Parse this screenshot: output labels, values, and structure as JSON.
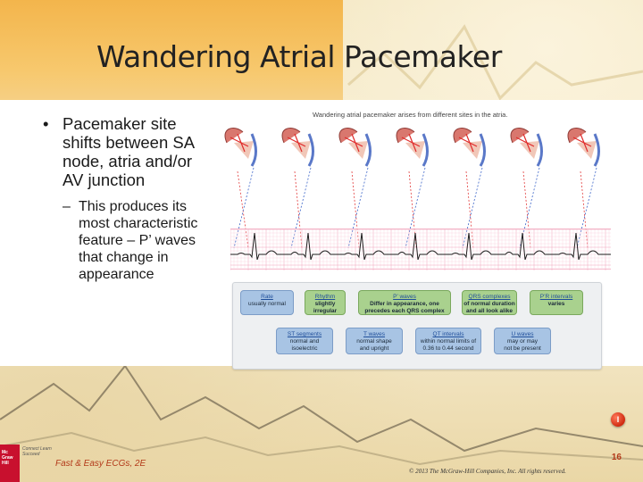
{
  "slide": {
    "title": "Wandering Atrial Pacemaker",
    "bullet_main": "Pacemaker site shifts between SA node, atria and/or AV junction",
    "bullet_sub": "This produces its most characteristic feature –  P’ waves that change in appearance",
    "bullet_marker": "•",
    "sub_marker": "–"
  },
  "figure": {
    "caption": "Wandering atrial pacemaker arises from different sites in the atria.",
    "heart_icon": "heart-icon",
    "characteristics": [
      {
        "heading": "Rate",
        "line1": "usually normal",
        "line2": ""
      },
      {
        "heading": "Rhythm",
        "line1": "slightly",
        "line2": "irregular"
      },
      {
        "heading": "P’ waves",
        "line1": "Differ in appearance, one",
        "line2": "precedes each QRS complex"
      },
      {
        "heading": "QRS complexes",
        "line1": "of normal duration",
        "line2": "and all look alike"
      },
      {
        "heading": "P’R intervals",
        "line1": "varies",
        "line2": ""
      },
      {
        "heading": "ST segments",
        "line1": "normal and",
        "line2": "isoelectric"
      },
      {
        "heading": "T waves",
        "line1": "normal shape",
        "line2": "and upright"
      },
      {
        "heading": "QT intervals",
        "line1": "within normal limits of",
        "line2": "0.36 to 0.44 second"
      },
      {
        "heading": "U waves",
        "line1": "may or may",
        "line2": "not be present"
      }
    ]
  },
  "footer": {
    "course": "Fast & Easy ECGs, 2E",
    "slide_number": "16",
    "copyright": "© 2013 The McGraw-Hill Companies, Inc. All rights reserved.",
    "button_label": "I",
    "logo_brand": "Mc Graw Hill",
    "logo_tagline": "Connect Learn Succeed"
  },
  "colors": {
    "title_band": "#f3b54c",
    "accent_red": "#b33a1a",
    "green_box": "#a9d18e",
    "blue_box": "#a8c4e4",
    "ecg_grid": "#f3b2c6"
  }
}
